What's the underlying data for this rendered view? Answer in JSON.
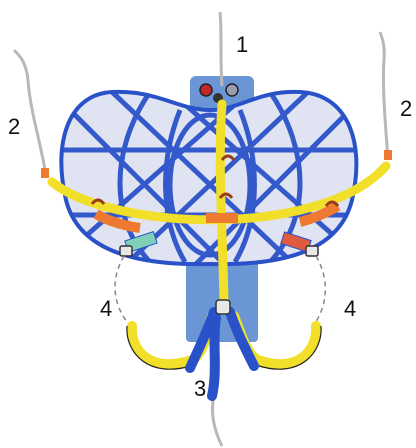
{
  "labels": {
    "top": "1",
    "left": "2",
    "right": "2",
    "bottom": "3",
    "lower_left": "4",
    "lower_right": "4"
  },
  "colors": {
    "blue": "#2a52c8",
    "blue_light": "#dfe3f2",
    "yellow": "#f2df2a",
    "orange": "#ee7a32",
    "teal": "#7fd0b8",
    "red": "#e05a40",
    "wire": "#b8b8b8",
    "board": "#6a96d6"
  }
}
